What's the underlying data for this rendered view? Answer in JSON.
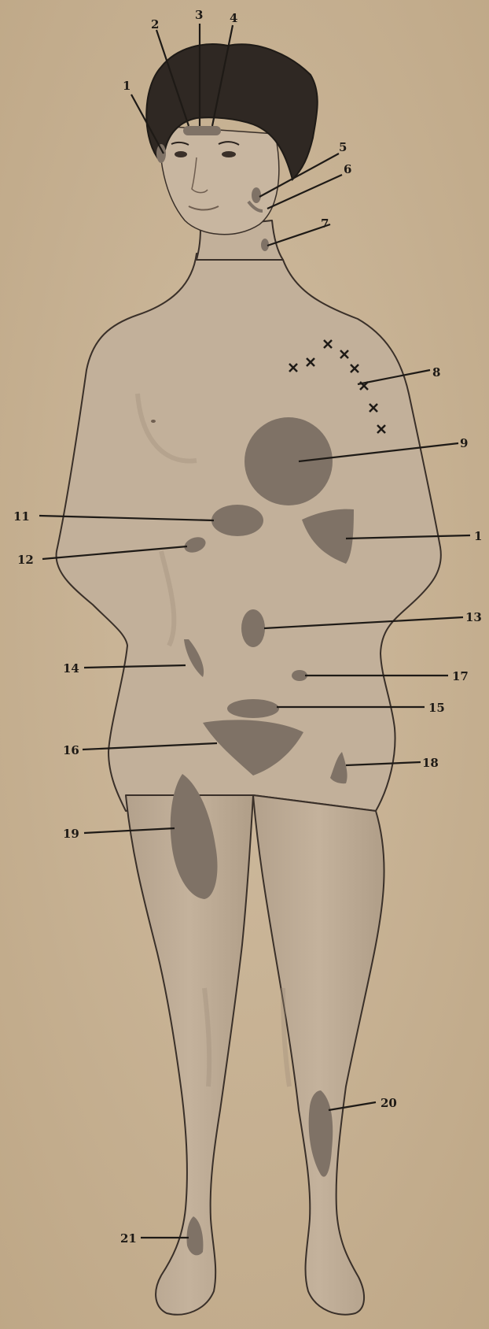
{
  "colors": {
    "paper": "#c9b497",
    "skin": "#c2b09a",
    "skin_shadow": "#a39280",
    "outline": "#3a3029",
    "hair": "#2f2823",
    "zone": "#7f7266",
    "label": "#1e1a16"
  },
  "labels": {
    "l1": "1",
    "l2": "2",
    "l3": "3",
    "l4": "4",
    "l5": "5",
    "l6": "6",
    "l7": "7",
    "l8": "8",
    "l9": "9",
    "l10": "1",
    "l11": "11",
    "l12": "12",
    "l13": "13",
    "l14": "14",
    "l15": "15",
    "l16": "16",
    "l17": "17",
    "l18": "18",
    "l19": "19",
    "l20": "20",
    "l21": "21"
  }
}
